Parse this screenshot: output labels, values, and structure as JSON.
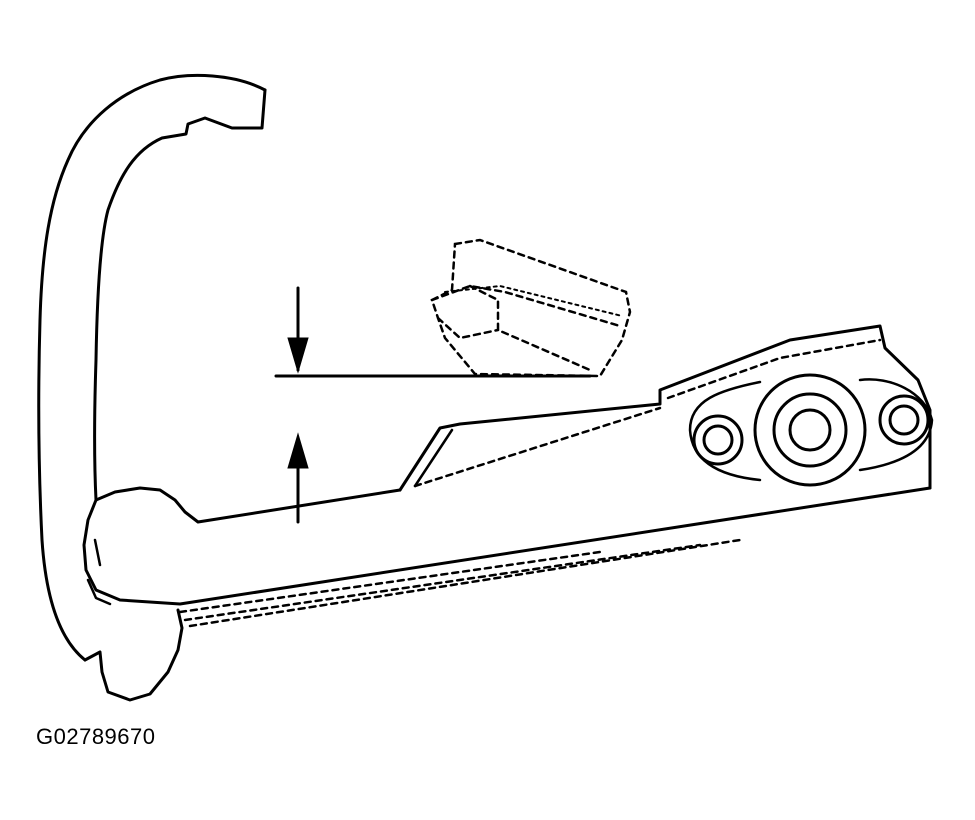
{
  "figure": {
    "id_label": "G02789670"
  },
  "colors": {
    "ink": "#000000",
    "background": "#ffffff"
  },
  "parts": {
    "arm": "arm",
    "pad": "pad-block",
    "pivot": "pivot-boss",
    "bolts": "mounting-holes",
    "dimension": "clearance-dimension"
  }
}
